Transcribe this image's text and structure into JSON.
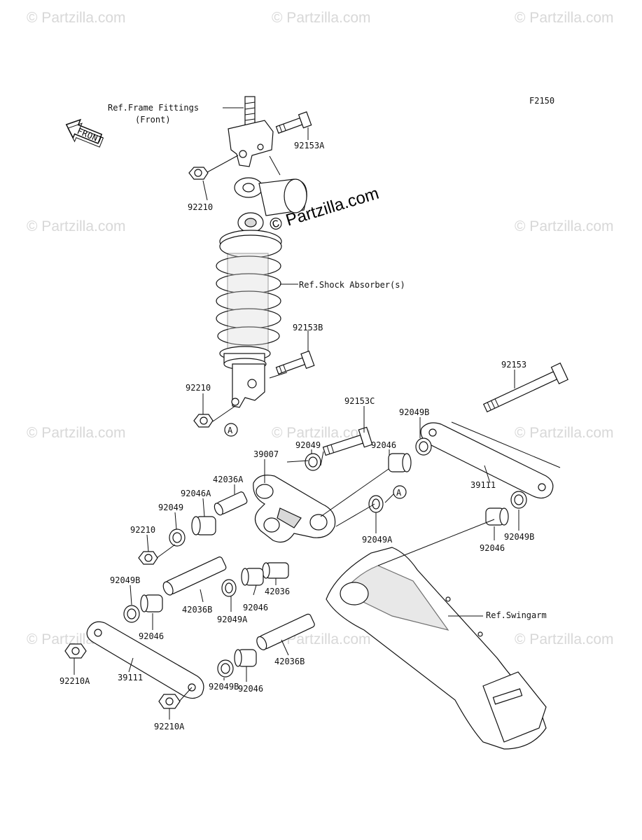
{
  "figure_code": "F2150",
  "watermark": "© Partzilla.com",
  "watermark_main": "© Partzilla.com",
  "direction_badge": "FRONT",
  "references": {
    "frame_fittings": "Ref.Frame Fittings",
    "frame_fittings_sub": "(Front)",
    "shock_absorber": "Ref.Shock Absorber(s)",
    "swingarm": "Ref.Swingarm"
  },
  "marker_a": "A",
  "parts": {
    "p92153A": "92153A",
    "p92210_top": "92210",
    "p92153B": "92153B",
    "p92210_mid": "92210",
    "p92153": "92153",
    "p92153C": "92153C",
    "p92049B_top": "92049B",
    "p92049_mid": "92049",
    "p92046_mid": "92046",
    "p39007": "39007",
    "p42036A": "42036A",
    "p92046A": "92046A",
    "p92049_left": "92049",
    "p92210_left": "92210",
    "p39111_right": "39111",
    "p92049A_right": "92049A",
    "p92046_right": "92046",
    "p92049B_right": "92049B",
    "p92049B_left": "92049B",
    "p92046_left": "92046",
    "p42036B_left": "42036B",
    "p92049A_center": "92049A",
    "p92046_center": "92046",
    "p42036": "42036",
    "p92210A_left": "92210A",
    "p39111_left": "39111",
    "p92049B_bottom": "92049B",
    "p92046_bottom": "92046",
    "p42036B_bottom": "42036B",
    "p92210A_bottom": "92210A"
  }
}
